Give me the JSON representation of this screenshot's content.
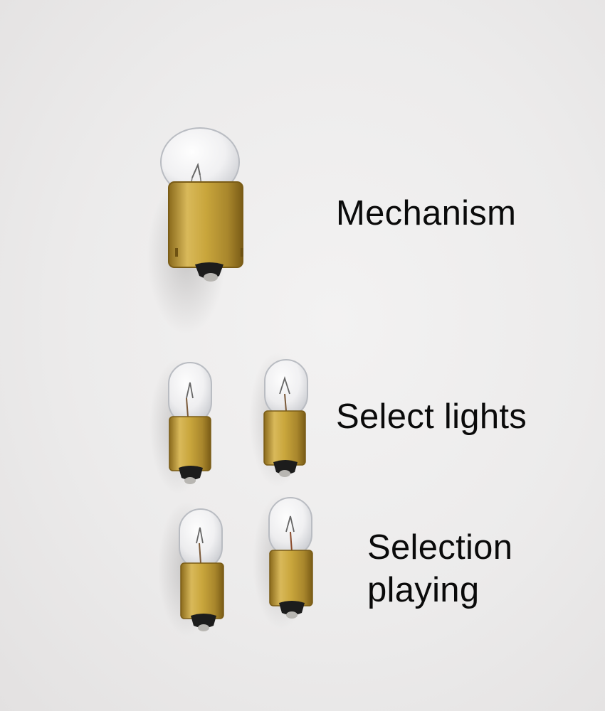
{
  "labels": {
    "mechanism": "Mechanism",
    "select_lights": "Select lights",
    "selection_playing_line1": "Selection",
    "selection_playing_line2": "playing"
  },
  "colors": {
    "background": "#ecebeb",
    "text": "#0a0a0a",
    "brass": "#c9a63c",
    "brass_dark": "#8a6a1c",
    "contact": "#1c1c1c"
  }
}
